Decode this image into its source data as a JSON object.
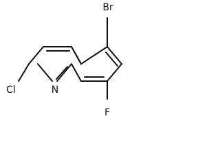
{
  "molecule": {
    "atoms": {
      "br": "Br",
      "cl": "Cl",
      "n": "N",
      "f": "F"
    },
    "colors": {
      "line": "#111111",
      "text": "#111111",
      "background": "#ffffff"
    }
  }
}
